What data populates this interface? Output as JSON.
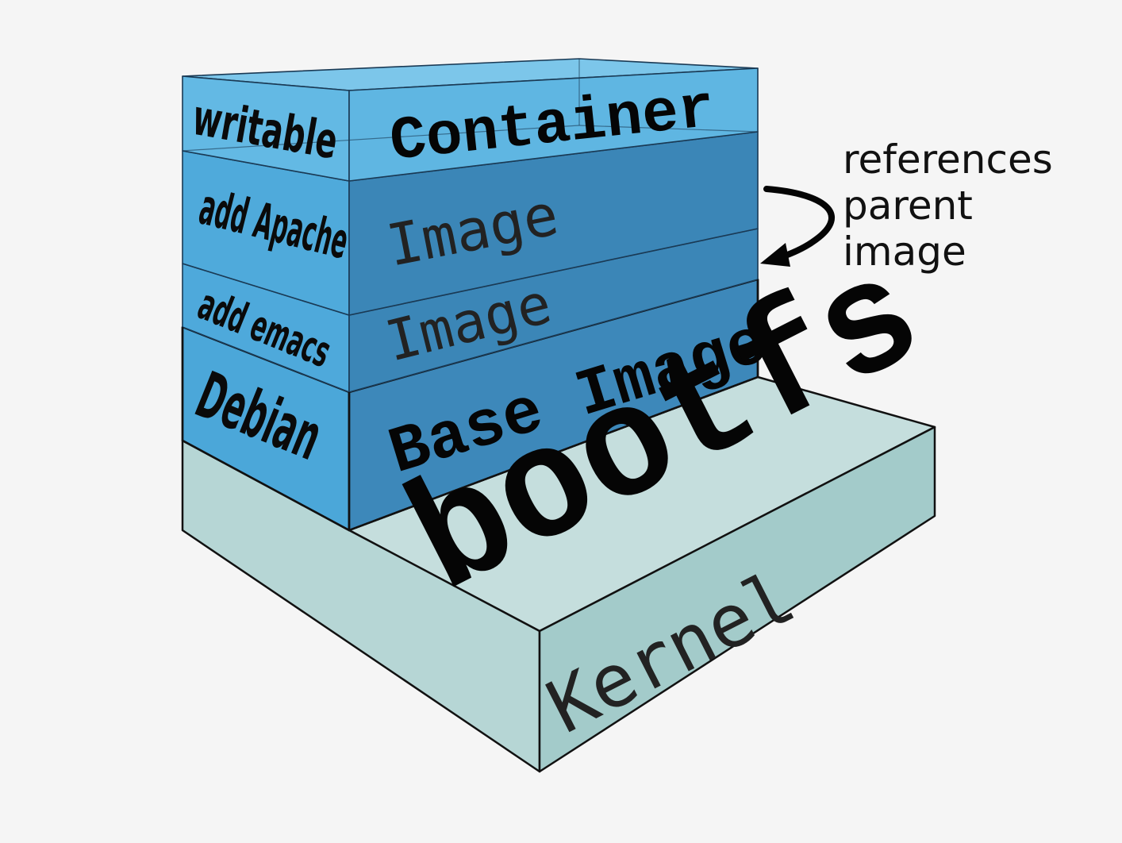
{
  "layers": {
    "container": {
      "side": "writable",
      "front": "Container"
    },
    "apache": {
      "side": "add Apache",
      "front": "Image"
    },
    "emacs": {
      "side": "add emacs",
      "front": "Image"
    },
    "debian": {
      "side": "Debian",
      "front": "Base Image"
    },
    "bootfs": {
      "top": "bootfs"
    },
    "kernel": {
      "front": "Kernel"
    }
  },
  "annotation": {
    "lines": [
      "references",
      "parent",
      "image"
    ]
  },
  "colors": {
    "background": "#f5f5f5",
    "container_light": "#62b8e3",
    "image_dark": "#3b87b8",
    "debian_side": "#4aa5d8",
    "base_front": "#3d88ba",
    "kernel_light": "#bcd9d8",
    "kernel_dark": "#9dc7c6"
  }
}
